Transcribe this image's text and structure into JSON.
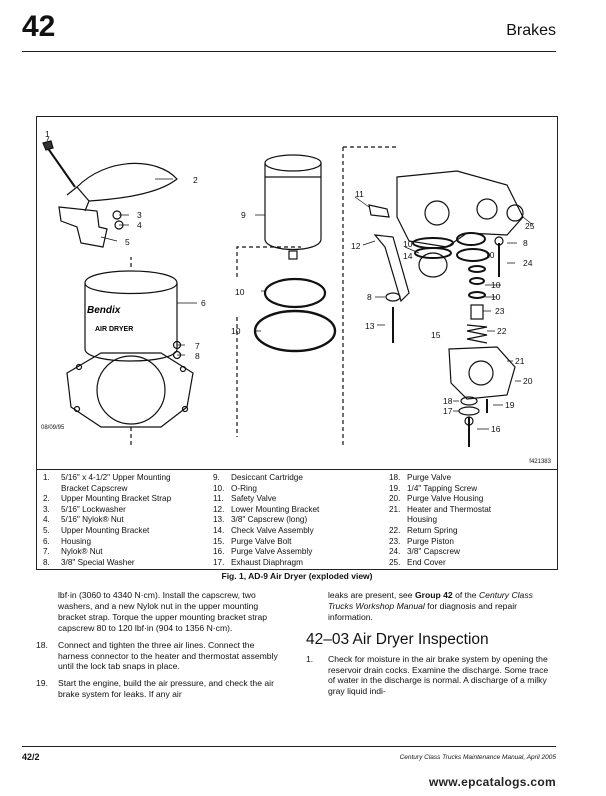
{
  "header": {
    "page_number": "42",
    "section": "Brakes"
  },
  "figure": {
    "date_code": "08/09/95",
    "figure_id": "f421383",
    "brand_text": "Bendix",
    "dryer_text": "AIR DRYER",
    "callouts": [
      "1",
      "2",
      "3",
      "4",
      "5",
      "6",
      "7",
      "8",
      "9",
      "10",
      "10",
      "11",
      "12",
      "10",
      "14",
      "8",
      "13",
      "15",
      "25",
      "8",
      "24",
      "10",
      "10",
      "10",
      "23",
      "22",
      "21",
      "20",
      "18",
      "17",
      "19",
      "16"
    ],
    "legend_col1": [
      {
        "n": "1.",
        "t": "5/16\" x 4-1/2\" Upper Mounting"
      },
      {
        "n": "",
        "t": "Bracket Capscrew"
      },
      {
        "n": "2.",
        "t": "Upper Mounting Bracket Strap"
      },
      {
        "n": "3.",
        "t": "5/16\" Lockwasher"
      },
      {
        "n": "4.",
        "t": "5/16\" Nylok® Nut"
      },
      {
        "n": "5.",
        "t": "Upper Mounting Bracket"
      },
      {
        "n": "6.",
        "t": "Housing"
      },
      {
        "n": "7.",
        "t": "Nylok® Nut"
      },
      {
        "n": "8.",
        "t": "3/8\" Special Washer"
      }
    ],
    "legend_col2": [
      {
        "n": "9.",
        "t": "Desiccant Cartridge"
      },
      {
        "n": "10.",
        "t": "O-Ring"
      },
      {
        "n": "11.",
        "t": "Safety Valve"
      },
      {
        "n": "12.",
        "t": "Lower Mounting Bracket"
      },
      {
        "n": "13.",
        "t": "3/8\" Capscrew (long)"
      },
      {
        "n": "14.",
        "t": "Check Valve Assembly"
      },
      {
        "n": "15.",
        "t": "Purge Valve Bolt"
      },
      {
        "n": "16.",
        "t": "Purge Valve Assembly"
      },
      {
        "n": "17.",
        "t": "Exhaust Diaphragm"
      }
    ],
    "legend_col3": [
      {
        "n": "18.",
        "t": "Purge Valve"
      },
      {
        "n": "19.",
        "t": "1/4\" Tapping Screw"
      },
      {
        "n": "20.",
        "t": "Purge Valve Housing"
      },
      {
        "n": "21.",
        "t": "Heater and Thermostat"
      },
      {
        "n": "",
        "t": "Housing"
      },
      {
        "n": "22.",
        "t": "Return Spring"
      },
      {
        "n": "23.",
        "t": "Purge Piston"
      },
      {
        "n": "24.",
        "t": "3/8\" Capscrew"
      },
      {
        "n": "25.",
        "t": "End Cover"
      }
    ],
    "caption": "Fig. 1, AD-9 Air Dryer (exploded view)"
  },
  "left_column": {
    "continuation": "lbf·in (3060 to 4340 N·cm). Install the capscrew, two washers, and a new Nylok nut in the upper mounting bracket strap. Torque the upper mount­ing bracket strap capscrew 80 to 120 lbf·in (904 to 1356 N·cm).",
    "step18_num": "18.",
    "step18": "Connect and tighten the three air lines. Connect the harness connector to the heater and thermo­stat assembly until the lock tab snaps in place.",
    "step19_num": "19.",
    "step19": "Start the engine, build the air pressure, and check the air brake system for leaks. If any air"
  },
  "right_column": {
    "cont_a": "leaks are present, see ",
    "cont_bold": "Group 42",
    "cont_b": " of the ",
    "cont_italic": "Century Class Trucks Workshop Manual",
    "cont_c": " for diagnosis and repair information.",
    "heading": "42–03 Air Dryer Inspection",
    "step1_num": "1.",
    "step1": "Check for moisture in the air brake system by opening the reservoir drain cocks. Examine the discharge. Some trace of water in the discharge is normal. A discharge of a milky gray liquid indi-"
  },
  "footer": {
    "page": "42/2",
    "manual": "Century Class Trucks Maintenance Manual, April 2005",
    "watermark": "www.epcatalogs.com"
  }
}
